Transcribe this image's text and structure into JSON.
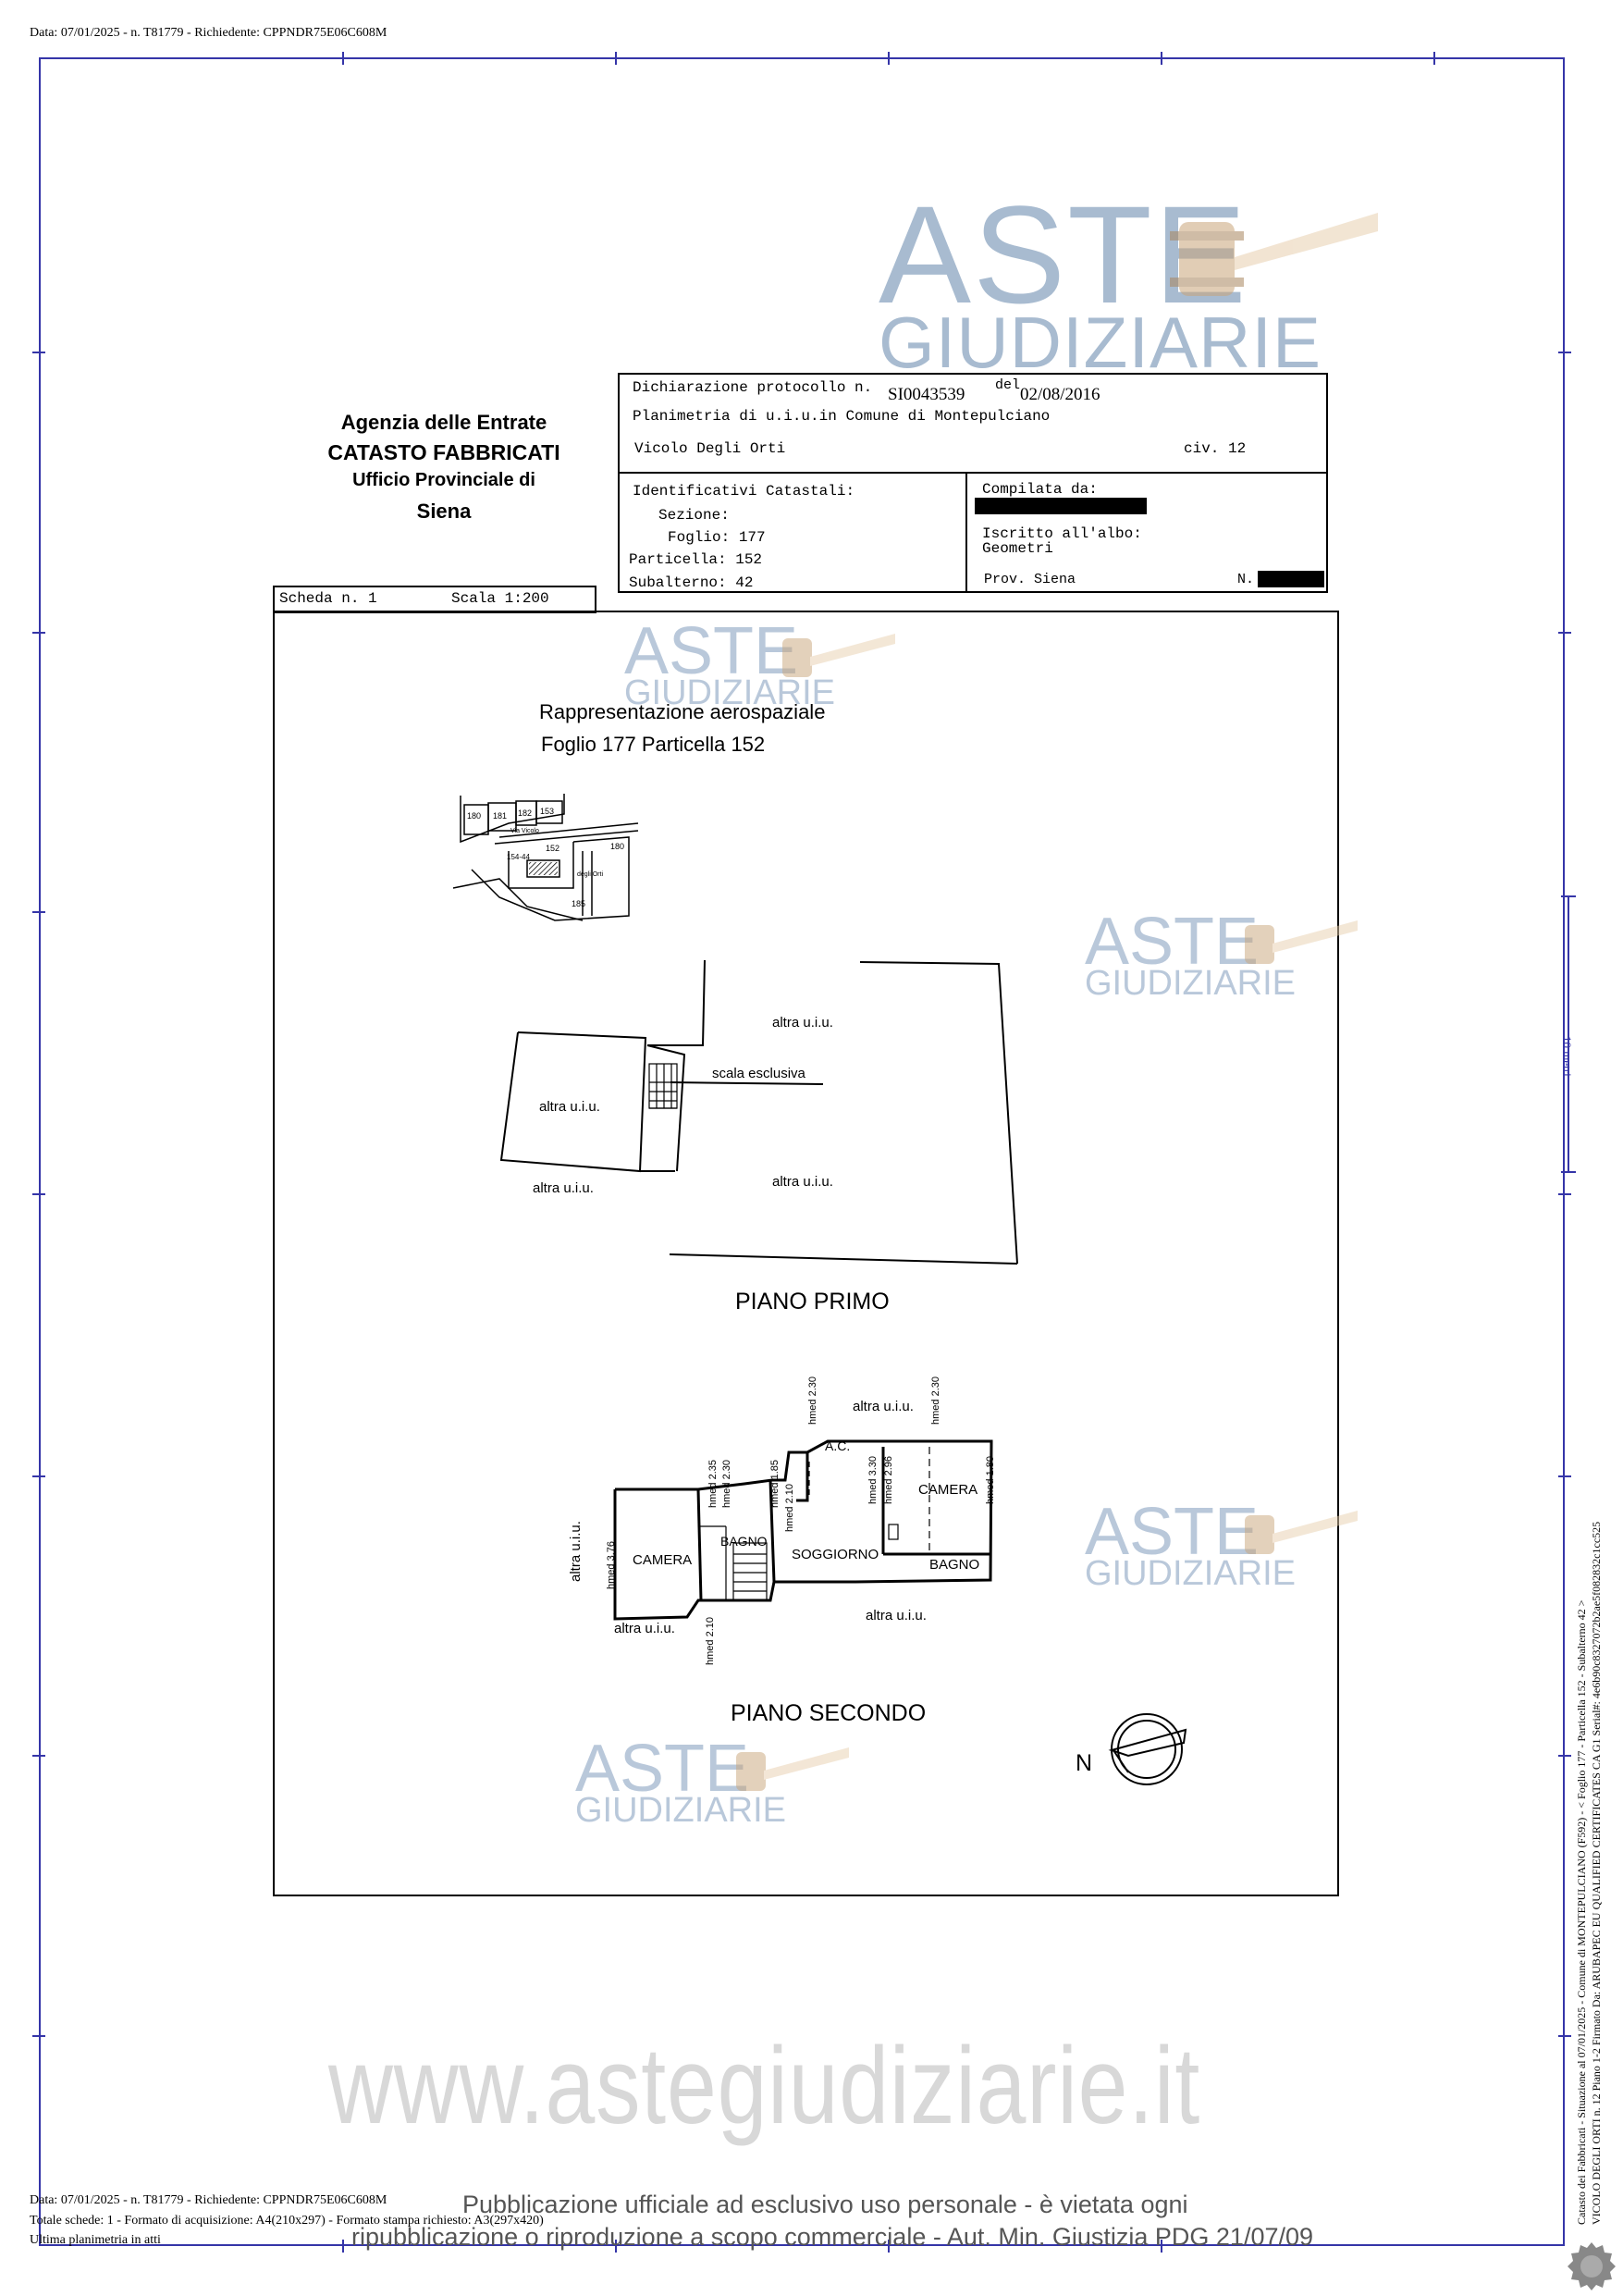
{
  "header": {
    "top_line": "Data: 07/01/2025 - n. T81779 - Richiedente: CPPNDR75E06C608M"
  },
  "agency": {
    "line1": "Agenzia delle Entrate",
    "line2": "CATASTO FABBRICATI",
    "line3": "Ufficio Provinciale di",
    "line4": "Siena"
  },
  "declaration": {
    "protocol_label": "Dichiarazione protocollo n.",
    "protocol_number": "SI0043539",
    "date_label": "del",
    "date": "02/08/2016",
    "plan_line": "Planimetria di u.i.u.in Comune di Montepulciano",
    "address": "Vicolo Degli Orti",
    "civic": "civ. 12"
  },
  "identifiers": {
    "title": "Identificativi Catastali:",
    "sezione": "Sezione:",
    "foglio": "Foglio: 177",
    "particella": "Particella: 152",
    "subalterno": "Subalterno: 42"
  },
  "compiler": {
    "label": "Compilata da:",
    "albo_label": "Iscritto all'albo:",
    "albo": "Geometri",
    "prov": "Prov. Siena",
    "n_label": "N."
  },
  "scheda": {
    "number": "Scheda n. 1",
    "scale": "Scala 1:200"
  },
  "drawing": {
    "aero_title": "Rappresentazione aerospaziale",
    "aero_sub": "Foglio 177 Particella 152",
    "map_labels": [
      "180",
      "181",
      "182",
      "153",
      "152",
      "180",
      "185",
      "154-44",
      "Via Vicolo",
      "degli Orti"
    ],
    "piano_primo": "PIANO PRIMO",
    "piano_secondo": "PIANO SECONDO",
    "p1_labels": {
      "a": "altra u.i.u.",
      "b": "scala esclusiva",
      "c": "altra u.i.u.",
      "d": "altra u.i.u.",
      "e": "altra u.i.u."
    },
    "p2_labels": {
      "top_other": "altra u.i.u.",
      "left_other": "altra u.i.u.",
      "bottom_other_left": "altra u.i.u.",
      "bottom_other_right": "altra u.i.u.",
      "camera_left": "CAMERA",
      "bagno_left": "BAGNO",
      "soggiorno": "SOGGIORNO",
      "ac": "A.C.",
      "camera_right": "CAMERA",
      "bagno_right": "BAGNO",
      "h_376": "hmed 3.76",
      "h_235": "hmed 2.35",
      "h_230a": "hmed 2.30",
      "h_185": "hmed 1.85",
      "h_210a": "hmed 2.10",
      "h_330": "hmed 3.30",
      "h_296": "hmed 2.96",
      "h_180": "hmed 1.80",
      "h_230b": "hmed 2.30",
      "h_230c": "hmed 2.30",
      "h_210b": "hmed 2.10"
    },
    "north": "N"
  },
  "side": {
    "scale_bar": "10 metri",
    "line1": "Catasto dei Fabbricati - Situazione al 07/01/2025 - Comune di MONTEPULCIANO (F592) - < Foglio 177 - Particella 152 - Subalterno 42 >",
    "line2": "VICOLO DEGLI ORTI n. 12 Piano 1-2 Firmato Da: ARUBAPEC EU QUALIFIED CERTIFICATES CA G1 Serial#: 4e6b90c8327072b2ae5f082832c1cc525"
  },
  "footer": {
    "line1": "Data: 07/01/2025 - n. T81779 - Richiedente: CPPNDR75E06C608M",
    "line2": "Totale schede: 1 - Formato di acquisizione: A4(210x297) - Formato stampa richiesto: A3(297x420)",
    "line3": "Ultima planimetria in atti",
    "notice1": "Pubblicazione ufficiale ad esclusivo uso personale - è vietata ogni",
    "notice2": "ripubblicazione o riproduzione a scopo commerciale - Aut. Min. Giustizia PDG 21/07/09"
  },
  "watermark": {
    "aste": "ASTE",
    "giudiziarie": "GIUDIZIARIE",
    "site": "www.astegiudiziarie.it"
  }
}
